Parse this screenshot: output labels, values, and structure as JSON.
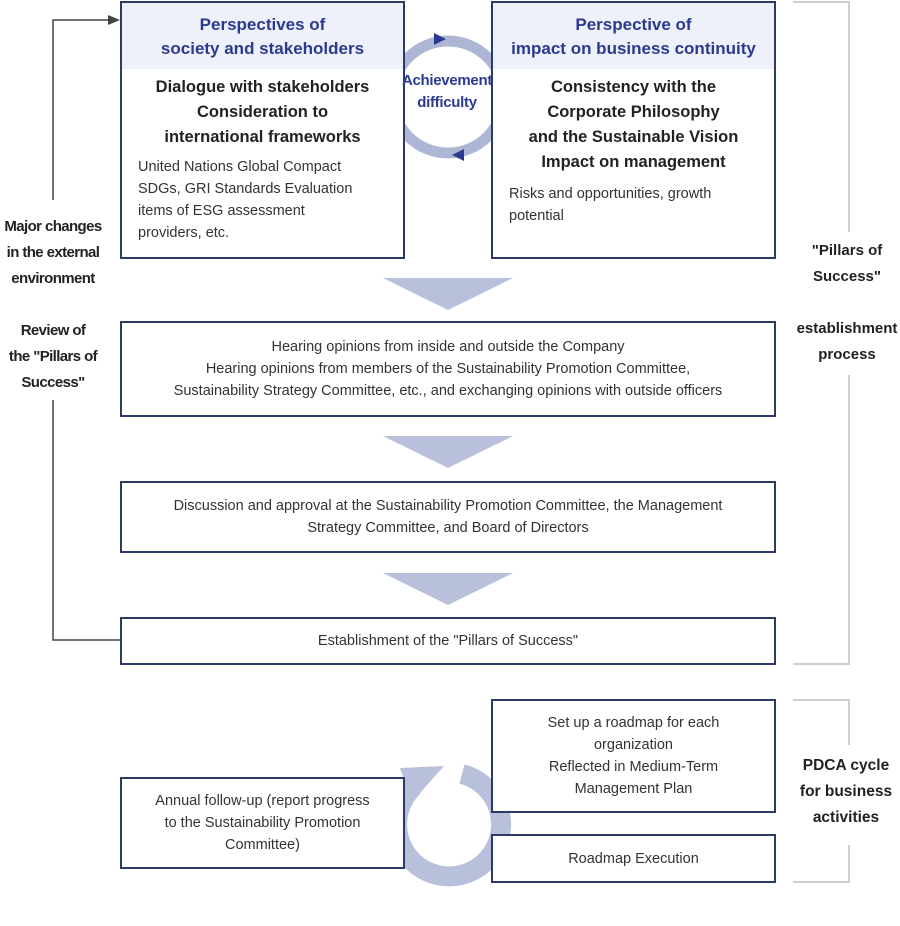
{
  "left_box": {
    "header": [
      "Perspectives of",
      "society and stakeholders"
    ],
    "title": [
      "Dialogue with stakeholders",
      "Consideration to",
      "international frameworks"
    ],
    "body": [
      "United Nations Global Compact",
      "SDGs, GRI Standards Evaluation",
      "items of ESG assessment",
      "providers, etc."
    ]
  },
  "right_box": {
    "header": [
      "Perspective of",
      "impact on business continuity"
    ],
    "title": [
      "Consistency with the",
      "Corporate Philosophy",
      "and the Sustainable Vision",
      "Impact on management"
    ],
    "body": [
      "Risks and opportunities, growth",
      "potential"
    ]
  },
  "center_cycle": {
    "label": [
      "Achievement",
      "difficulty"
    ]
  },
  "steps": {
    "hearing": [
      "Hearing opinions from inside and outside the Company",
      "Hearing opinions from members of the Sustainability Promotion Committee,",
      "Sustainability Strategy Committee, etc., and exchanging opinions with outside officers"
    ],
    "discussion": [
      "Discussion and approval at the Sustainability Promotion Committee, the Management",
      "Strategy Committee, and Board of Directors"
    ],
    "establishment": [
      "Establishment of the \"Pillars of Success\""
    ]
  },
  "left_labels": {
    "external": [
      "Major changes",
      "in the external",
      "environment"
    ],
    "review": [
      "Review of",
      "the \"Pillars of",
      "Success\""
    ]
  },
  "right_labels": {
    "process": [
      "\"Pillars of",
      "Success\"",
      "",
      "establishment",
      "process"
    ],
    "pdca": [
      "PDCA cycle",
      "for business",
      "activities"
    ]
  },
  "pdca_boxes": {
    "roadmap": [
      "Set up a roadmap for each",
      "organization",
      "Reflected in Medium-Term",
      "Management Plan"
    ],
    "execution": [
      "Roadmap Execution"
    ],
    "followup": [
      "Annual follow-up (report progress",
      "to the Sustainability Promotion",
      "Committee)"
    ]
  },
  "colors": {
    "box_border": "#2b3a6b",
    "header_bg": "#eef1f9",
    "header_text": "#2b3a8f",
    "arrow_fill": "#b9c0dc",
    "bracket": "#cfcfcf"
  }
}
